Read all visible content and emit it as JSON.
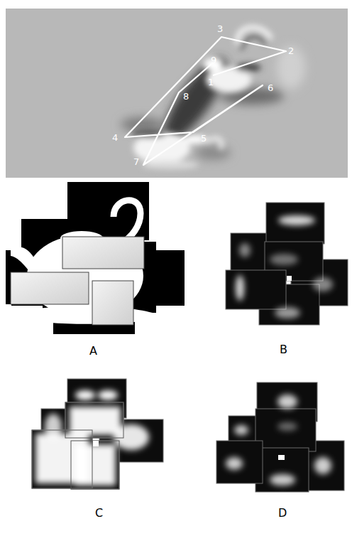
{
  "diagram": {
    "labels": [
      "3",
      "2",
      "9",
      "1",
      "6",
      "8",
      "4",
      "5",
      "7",
      "A",
      "B",
      "C",
      "D"
    ]
  }
}
